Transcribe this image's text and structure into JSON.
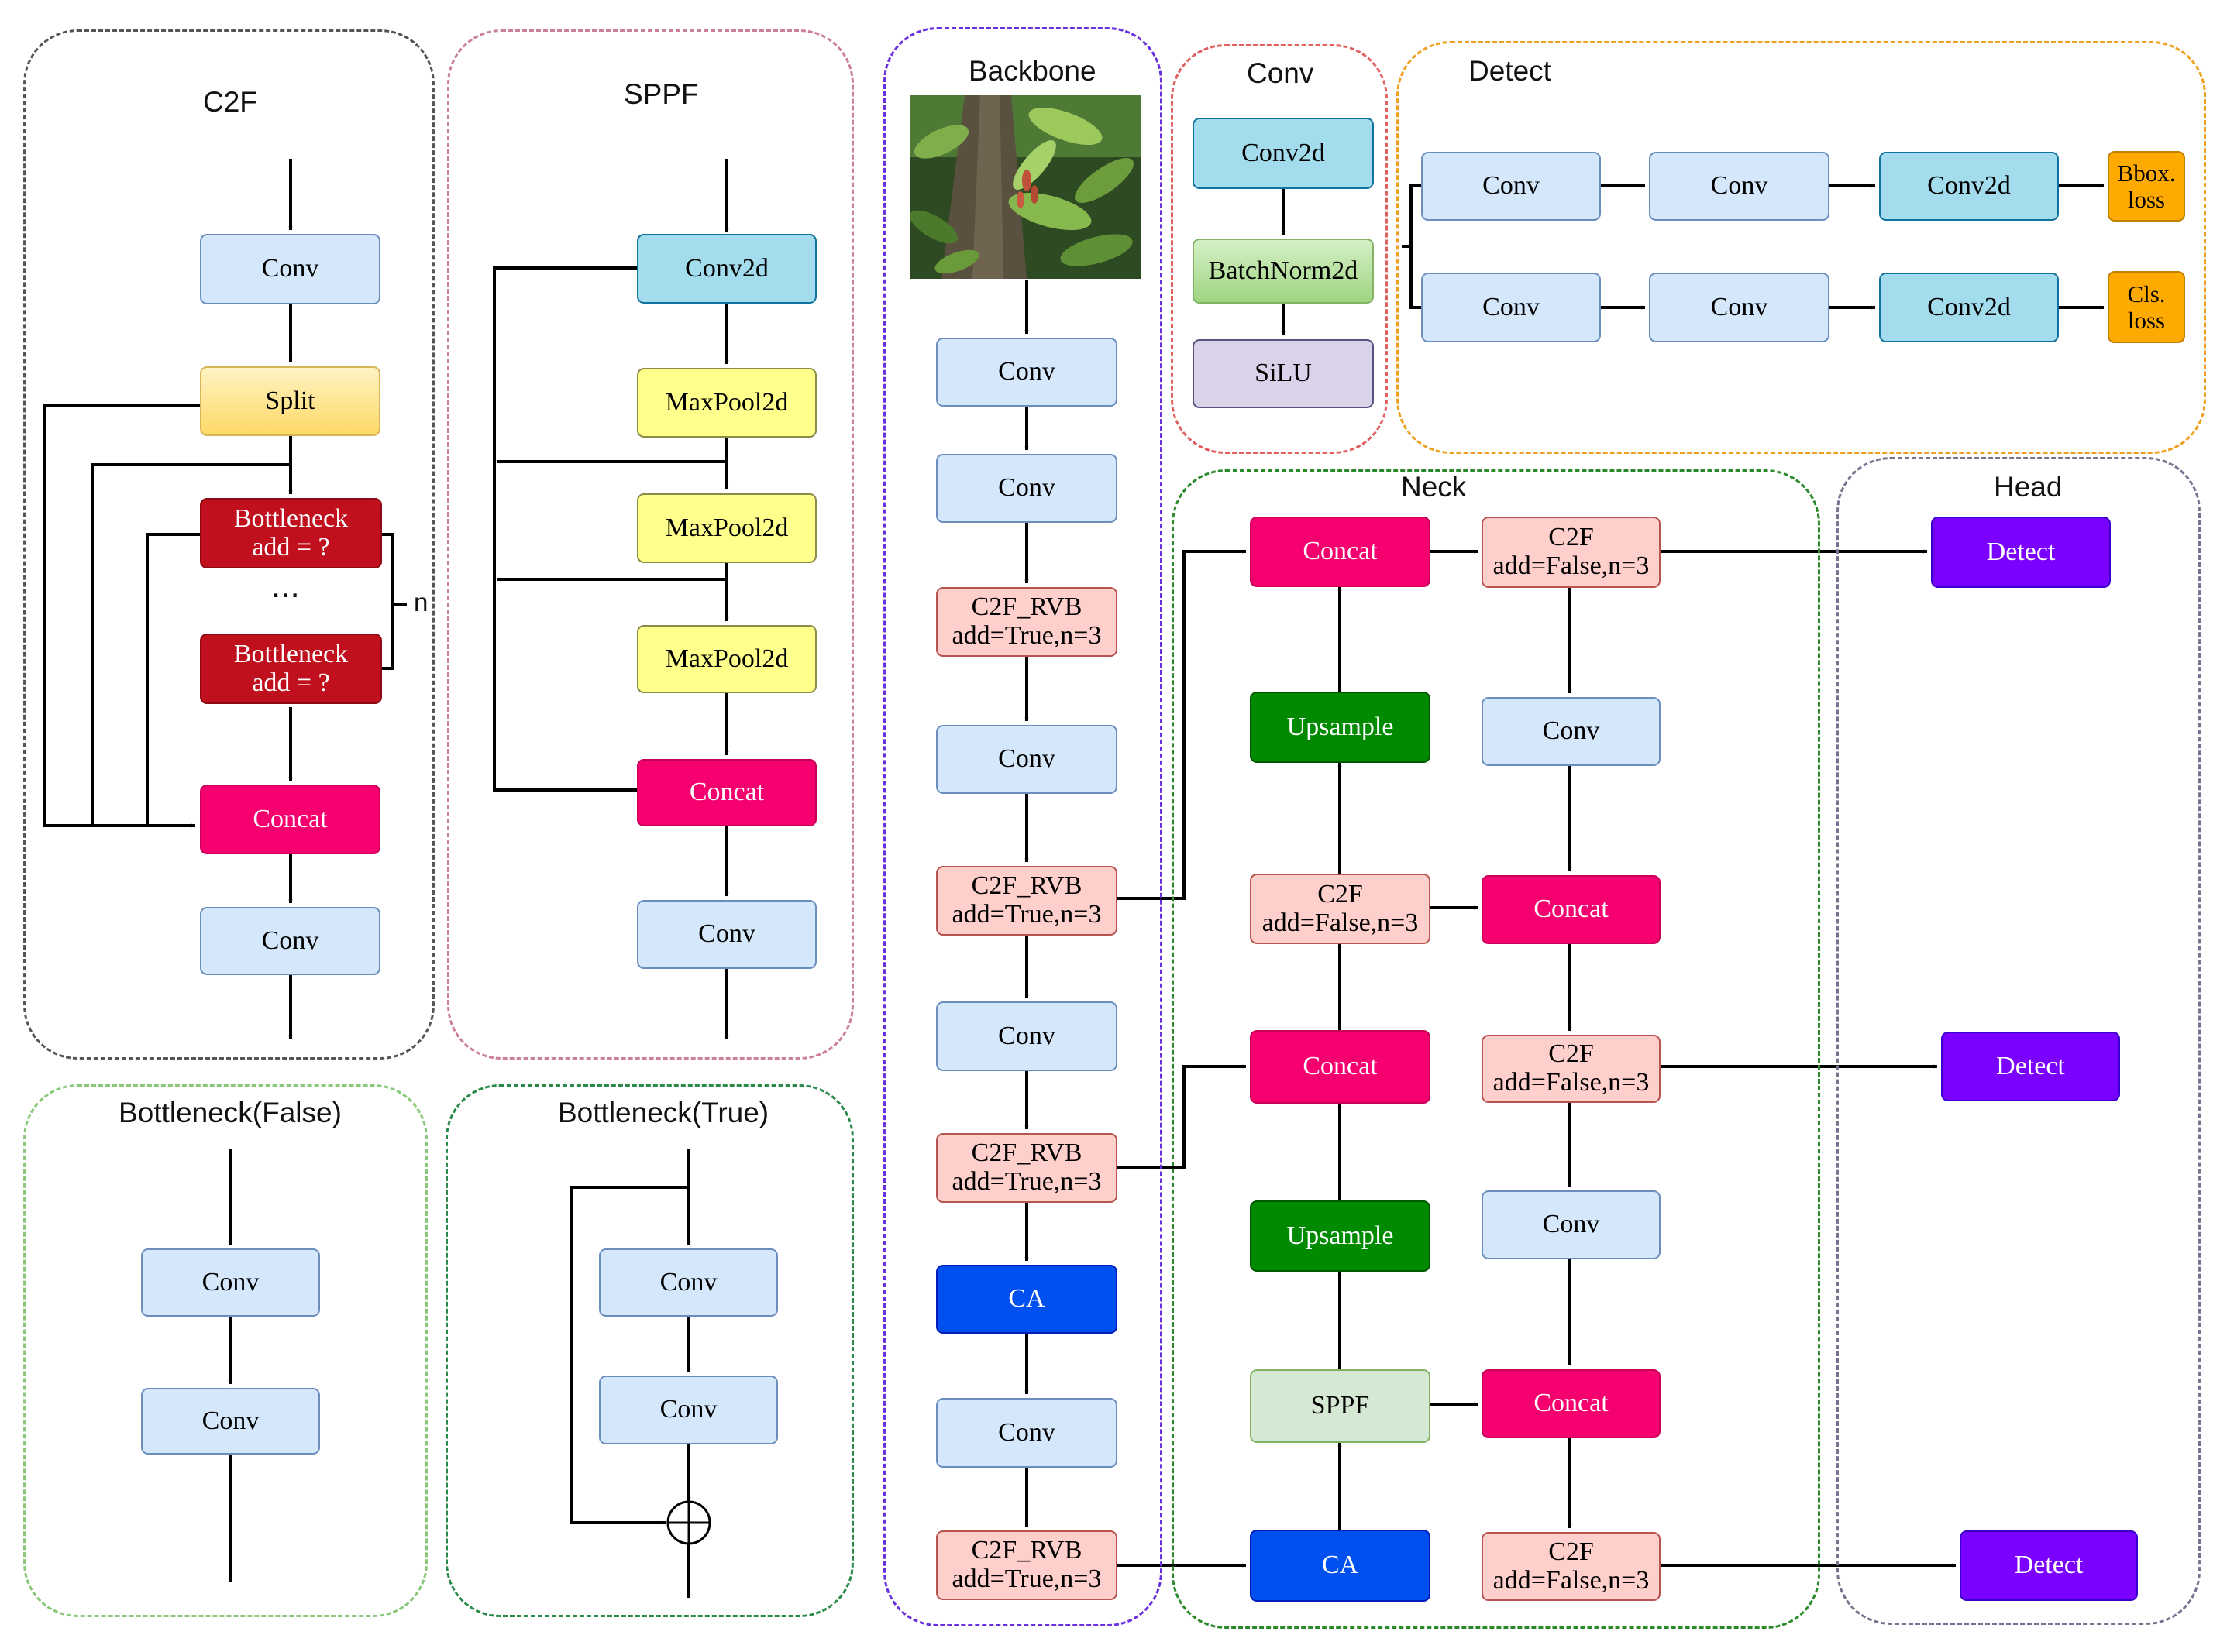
{
  "groups": {
    "c2f": "C2F",
    "sppf": "SPPF",
    "backbone": "Backbone",
    "conv": "Conv",
    "detect": "Detect",
    "neck": "Neck",
    "head": "Head",
    "bottleneck_false": "Bottleneck(False)",
    "bottleneck_true": "Bottleneck(True)"
  },
  "c2f": {
    "conv_in": "Conv",
    "split": "Split",
    "bottleneck_1": "Bottleneck\nadd = ?",
    "ellipsis": "...",
    "bottleneck_2": "Bottleneck\nadd = ?",
    "repeat_label": "n",
    "concat": "Concat",
    "conv_out": "Conv"
  },
  "sppf": {
    "conv2d": "Conv2d",
    "maxpool_1": "MaxPool2d",
    "maxpool_2": "MaxPool2d",
    "maxpool_3": "MaxPool2d",
    "concat": "Concat",
    "conv": "Conv"
  },
  "backbone": {
    "conv_1": "Conv",
    "conv_2": "Conv",
    "c2f_rvb_1": "C2F_RVB\nadd=True,n=3",
    "conv_3": "Conv",
    "c2f_rvb_2": "C2F_RVB\nadd=True,n=3",
    "conv_4": "Conv",
    "c2f_rvb_3": "C2F_RVB\nadd=True,n=3",
    "ca": "CA",
    "conv_5": "Conv",
    "c2f_rvb_4": "C2F_RVB\nadd=True,n=3"
  },
  "conv_block": {
    "conv2d": "Conv2d",
    "batchnorm": "BatchNorm2d",
    "silu": "SiLU"
  },
  "detect_block": {
    "row1": [
      "Conv",
      "Conv",
      "Conv2d"
    ],
    "row1_loss": "Bbox.\nloss",
    "row2": [
      "Conv",
      "Conv",
      "Conv2d"
    ],
    "row2_loss": "Cls.\nloss"
  },
  "neck": {
    "concat_1": "Concat",
    "upsample_1": "Upsample",
    "c2f_1": "C2F\nadd=False,n=3",
    "concat_2": "Concat",
    "upsample_2": "Upsample",
    "sppf": "SPPF",
    "ca": "CA",
    "c2f_r1": "C2F\nadd=False,n=3",
    "conv_r1": "Conv",
    "concat_r1": "Concat",
    "c2f_r2": "C2F\nadd=False,n=3",
    "conv_r2": "Conv",
    "concat_r2": "Concat",
    "c2f_r3": "C2F\nadd=False,n=3"
  },
  "head": {
    "detect_1": "Detect",
    "detect_2": "Detect",
    "detect_3": "Detect"
  },
  "bottleneck_false": {
    "conv_1": "Conv",
    "conv_2": "Conv"
  },
  "bottleneck_true": {
    "conv_1": "Conv",
    "conv_2": "Conv"
  },
  "colors": {
    "conv": "#d4e7fb",
    "conv_border": "#6c8ebf",
    "conv2d": "#a3dcec",
    "split": "#ffe290",
    "bottleneck": "#c0101e",
    "concat": "#f5006e",
    "maxpool": "#ffff8c",
    "c2f_rvb": "#ffcfcc",
    "ca": "#0050ef",
    "upsample": "#008a00",
    "sppf_node": "#d5e8d4",
    "batchnorm": "#b9e6a4",
    "silu": "#dad2e9",
    "loss": "#ffaa00",
    "detect": "#7a00ff"
  },
  "photo_description": "tree trunk with green leaves"
}
